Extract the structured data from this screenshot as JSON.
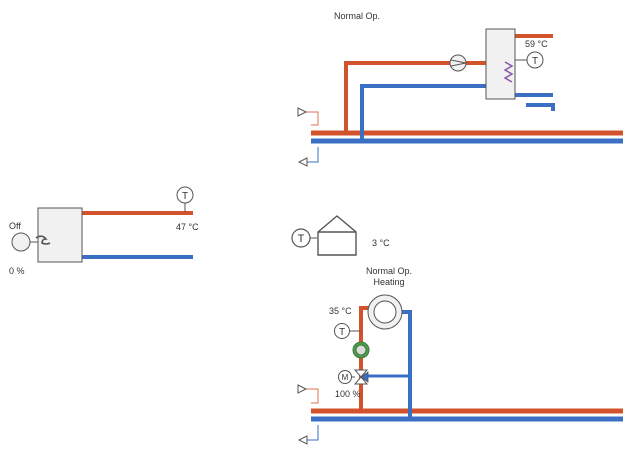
{
  "colors": {
    "supply": "#d2522b",
    "return": "#3a6fc4",
    "outline": "#555555",
    "equipment_fill": "#f1f1f1",
    "pump_green": "#4f9b4f",
    "coil_purple": "#8a5aa8",
    "flow_arrow": "#e07050"
  },
  "dhw": {
    "status": "Normal Op.",
    "tank_temperature": "59 °C"
  },
  "boiler": {
    "state": "Off",
    "modulation": "0 %",
    "supply_temperature": "47 °C"
  },
  "outdoor": {
    "temperature": "3 °C"
  },
  "heating_circuit": {
    "status_line1": "Normal Op.",
    "status_line2": "Heating",
    "flow_temperature": "35 °C",
    "valve_position": "100 %"
  },
  "icons": {
    "sensor_letter": "T",
    "motor_letter": "M"
  }
}
